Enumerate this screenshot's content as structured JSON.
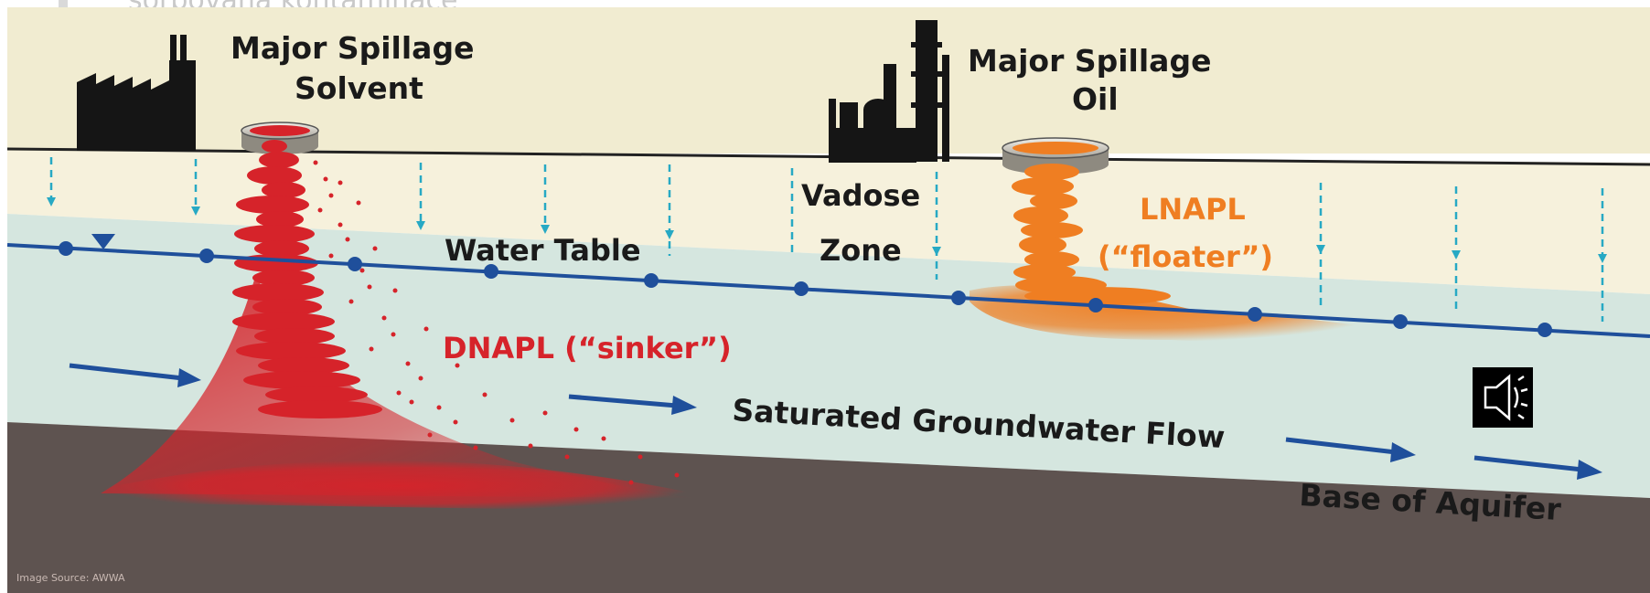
{
  "slide_header_fragment": "sorbovaná kontaminace",
  "labels": {
    "spill_solvent_line1": "Major Spillage",
    "spill_solvent_line2": "Solvent",
    "spill_oil_line1": "Major Spillage",
    "spill_oil_line2": "Oil",
    "water_table": "Water Table",
    "vadose_line1": "Vadose",
    "vadose_line2": "Zone",
    "lnapl_line1": "LNAPL",
    "lnapl_line2": "(“floater”)",
    "dnapl": "DNAPL (“sinker”)",
    "groundwater_flow": "Saturated Groundwater Flow",
    "base_aquifer": "Base of Aquifer",
    "image_source": "Image Source: AWWA"
  },
  "colors": {
    "sky": "#f1ecd1",
    "vadose": "#f6f1dc",
    "saturated": "#d5e6df",
    "aquifer_base": "#5e5350",
    "water_table_line": "#1f4f9b",
    "arrow": "#1f4f9b",
    "drip": "#27a9c4",
    "dnapl": "#d6232a",
    "lnapl": "#ef7e22",
    "building": "#151515"
  },
  "media": {
    "speaker_icon": "speaker-icon"
  }
}
